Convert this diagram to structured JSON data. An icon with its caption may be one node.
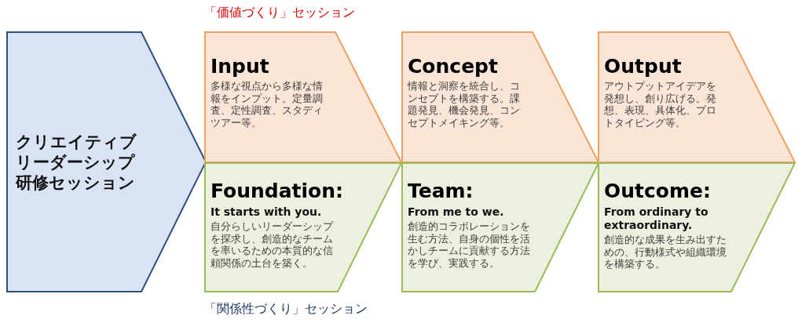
{
  "diagram": {
    "nodes": [
      {
        "text": [
          "クリエイティブリーダーシップ研修セッション"
        ]
      },
      {
        "text": [
          "Input",
          "多様な視点から多様な情報をインプット。定量調査、定性調査、スタディツアー等。"
        ]
      },
      {
        "text": [
          "Concept",
          "情報と洞察を統合し、コンセプトを構築する。課題発見、機会発見、コンセプトメイキング等。"
        ]
      },
      {
        "text": [
          "Output",
          "アウトプットアイデアを発想し、創り広げる。発想、表現、具体化、プロトタイピング等。"
        ]
      },
      {
        "text": [
          "Foundation:",
          "It starts with you.",
          "自分らしいリーダーシップを探求し、創造的なチームを率いるための本質的な信頼関係の土台を築く。"
        ]
      },
      {
        "text": [
          "Team:",
          "From me to we.",
          "創造的コラボレーションを生む方法、自身の個性を活かしチームに貢献する方法を学び、実践する。"
        ]
      },
      {
        "text": [
          "Outcome:",
          "From ordinary to extraordinary.",
          "創造的な成果を生み出すための、行動様式や組織環境を構築する。"
        ]
      }
    ],
    "labels": [
      "「価値づくり」セッション",
      "「関係性づくり」セッション"
    ]
  }
}
